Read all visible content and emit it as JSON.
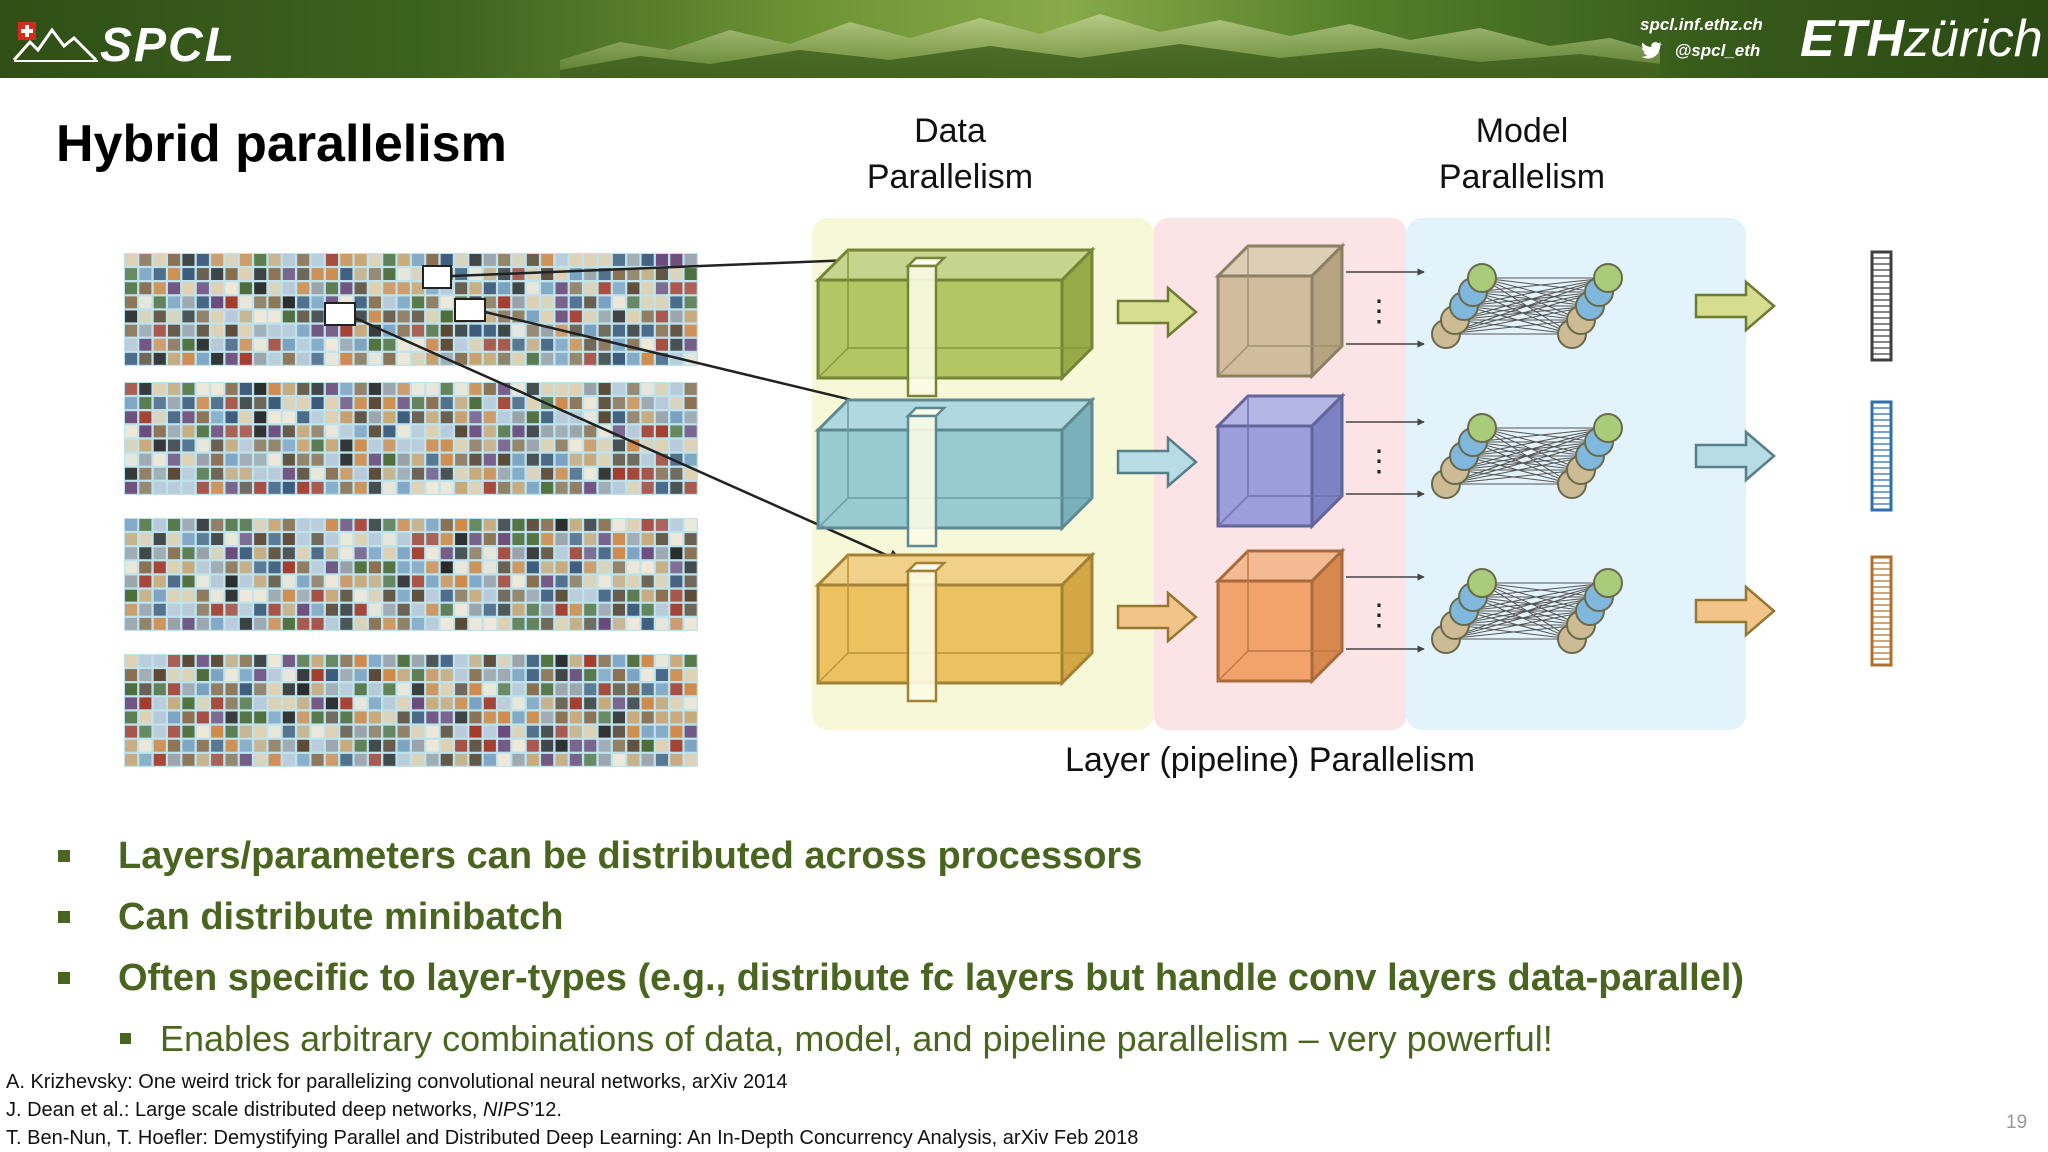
{
  "header": {
    "logo_text": "SPCL",
    "website": "spcl.inf.ethz.ch",
    "twitter": "@spcl_eth",
    "eth_bold": "ETH",
    "eth_rest": "zürich"
  },
  "slide": {
    "title": "Hybrid parallelism",
    "page_number": "19"
  },
  "diagram": {
    "data_label_line1": "Data",
    "data_label_line2": "Parallelism",
    "model_label_line1": "Model",
    "model_label_line2": "Parallelism",
    "pipeline_label": "Layer (pipeline) Parallelism",
    "ellipsis": "⋮",
    "colors": {
      "green": "#a8bd4f",
      "blue": "#86c3cf",
      "orange": "#e9b84a",
      "purple": "#8b90d8",
      "salmon": "#ee9757",
      "tan": "#c9b58f",
      "data_region": "#f7f8d8",
      "pipeline_region": "#fce3e6",
      "model_region": "#e3f3fb"
    }
  },
  "bullets": [
    "Layers/parameters can be distributed across processors",
    "Can distribute minibatch",
    "Often specific to layer-types (e.g., distribute fc layers but handle conv layers data-parallel)"
  ],
  "sub_bullets": [
    "Enables arbitrary combinations of data, model, and pipeline parallelism – very powerful!"
  ],
  "references": {
    "ref1": "A. Krizhevsky: One weird trick for parallelizing convolutional neural networks, arXiv 2014",
    "ref2_pre": "J. Dean et al.: Large scale distributed deep networks, ",
    "ref2_venue": "NIPS",
    "ref2_post": "’12.",
    "ref3": "T. Ben-Nun, T. Hoefler: Demystifying Parallel and Distributed Deep Learning: An In-Depth Concurrency Analysis, arXiv Feb 2018"
  }
}
